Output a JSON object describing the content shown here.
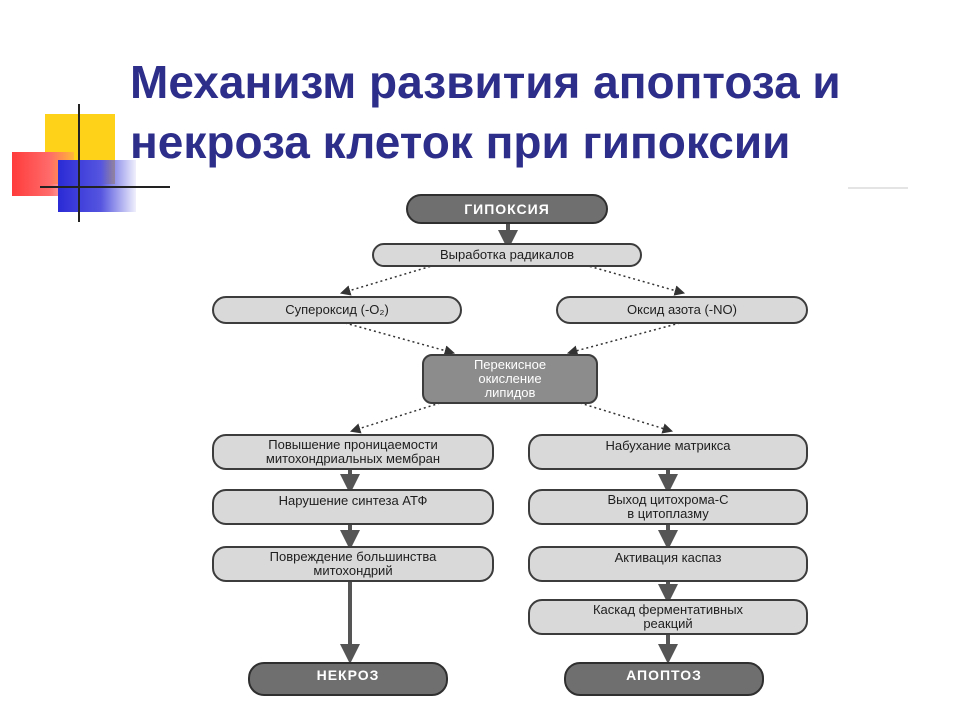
{
  "title": {
    "line1": "Механизм развития апоптоза и",
    "line2": "некроза клеток при гипоксии"
  },
  "diagram": {
    "hypoxia": "ГИПОКСИЯ",
    "radicals": "Выработка радикалов",
    "superoxide": "Супероксид  (-O₂)",
    "nitric_oxide": "Оксид азота (-NO)",
    "lipid_peroxidation": [
      "Перекисное",
      "окисление",
      "липидов"
    ],
    "permeability": [
      "Повышение проницаемости",
      "митохондриальных мембран"
    ],
    "atp_synthesis": "Нарушение синтеза АТФ",
    "mitochondria_damage": [
      "Повреждение большинства",
      "митохондрий"
    ],
    "matrix_swelling": "Набухание матрикса",
    "cytochrome_release": [
      "Выход цитохрома-С",
      "в цитоплазму"
    ],
    "caspase_activation": "Активация каспаз",
    "enzyme_cascade": [
      "Каскад ферментативных",
      "реакций"
    ],
    "necrosis": "НЕКРОЗ",
    "apoptosis": "АПОПТОЗ"
  },
  "colors": {
    "title": "#2d2d8a",
    "box_light": "#d9d9d9",
    "box_dark": "#6f6f6f",
    "arrow": "#555555"
  }
}
